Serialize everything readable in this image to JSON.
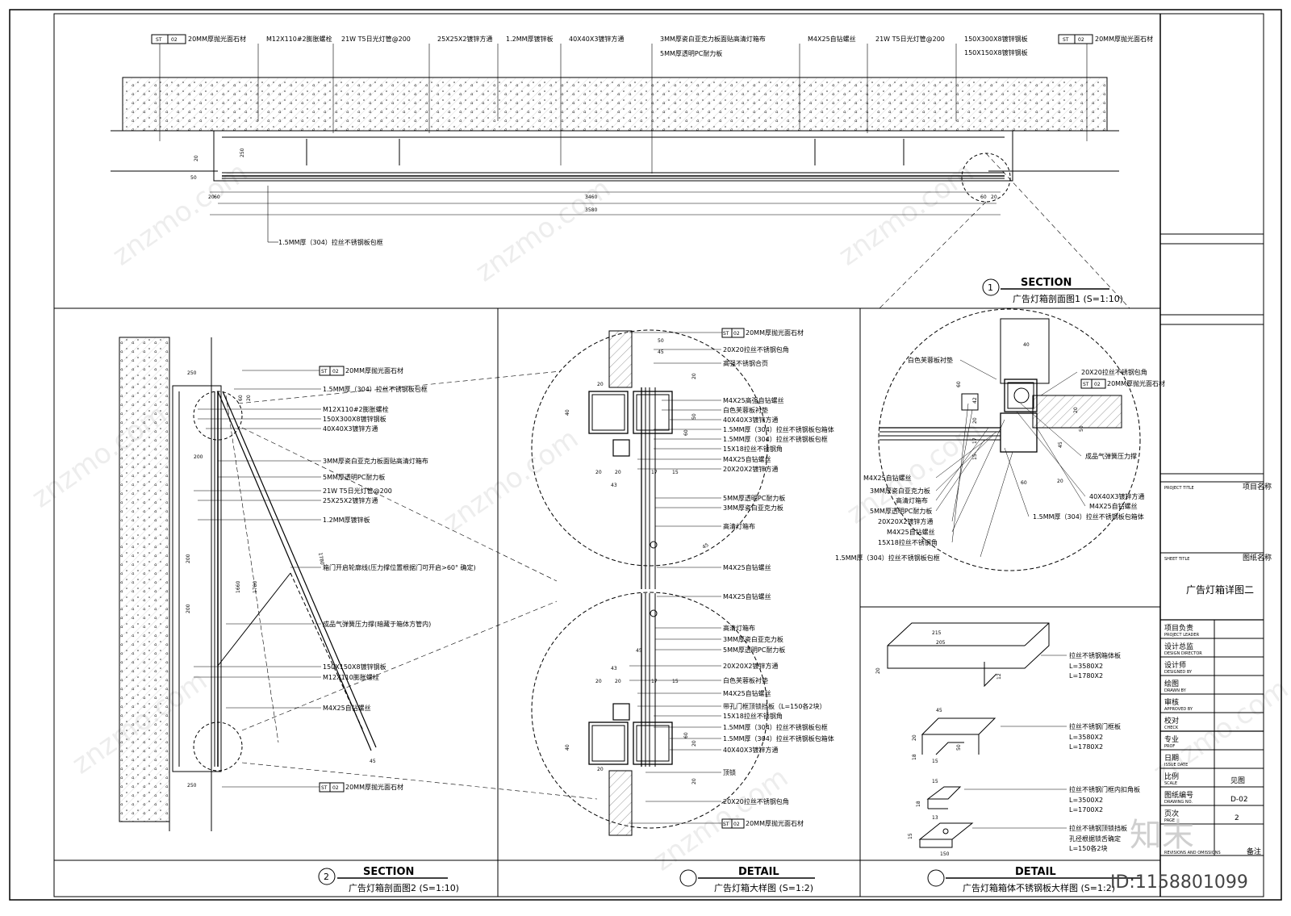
{
  "watermark": "znzmo.com",
  "id_text": "ID:1158801099",
  "zhimo_logo": "知末",
  "view1": {
    "labels": [
      "20MM厚抛光面石材",
      "M12X110#2膨胀螺栓",
      "21W T5日光灯管@200",
      "25X25X2镀锌方通",
      "1.2MM厚镀锌板",
      "40X40X3镀锌方通",
      "3MM厚瓷白亚克力板面贴高清灯箱布",
      "5MM厚透明PC耐力板",
      "M4X25自钻螺丝",
      "21W T5日光灯管@200",
      "150X300X8镀锌钢板",
      "150X150X8镀锌钢板",
      "20MM厚抛光面石材"
    ],
    "st_tag": "ST",
    "st_num": "02",
    "bottom_label": "1.5MM厚（304）拉丝不锈钢板包框",
    "dims": [
      "3460",
      "3580",
      "60",
      "20",
      "60",
      "20",
      "50",
      "250",
      "20",
      "50"
    ],
    "title_en": "SECTION",
    "title_cn": "广告灯箱剖面图1 (S=1:10)",
    "num": "1"
  },
  "view2": {
    "labels": [
      "20MM厚抛光面石材",
      "1.5MM厚（304）拉丝不锈钢板包框",
      "M12X110#2膨胀螺栓",
      "150X300X8镀锌钢板",
      "40X40X3镀锌方通",
      "3MM厚瓷白亚克力板面贴高清灯箱布",
      "5MM厚透明PC耐力板",
      "21W T5日光灯管@200",
      "25X25X2镀锌方通",
      "1.2MM厚镀锌板",
      "箱门开启轮廓线(压力撑位置根据门可开启>60° 确定)",
      "成品气弹簧压力撑(暗藏于箱体方管内)",
      "150X150X8镀锌钢板",
      "M12X110膨胀螺栓",
      "M4X25自钻螺丝",
      "20MM厚抛光面石材"
    ],
    "dims": [
      "200",
      "200",
      "1660",
      "1780",
      "1780",
      "250",
      "250",
      "200",
      "60",
      "20",
      "45"
    ],
    "title_en": "SECTION",
    "title_cn": "广告灯箱剖面图2 (S=1:10)",
    "num": "2"
  },
  "view3": {
    "labels_top": [
      "20MM厚抛光面石材",
      "20X20拉丝不锈钢包角",
      "高强不锈钢合页",
      "M4X25高强自钻螺丝",
      "白色芙蓉板衬垫",
      "40X40X3镀锌方通",
      "1.5MM厚（304）拉丝不锈钢板包箱体",
      "1.5MM厚（304）拉丝不锈钢板包框",
      "15X18拉丝不锈钢角",
      "M4X25自钻螺丝",
      "20X20X2镀锌方通",
      "5MM厚透明PC耐力板",
      "3MM厚瓷白亚克力板",
      "高清灯箱布",
      "M4X25自钻螺丝"
    ],
    "labels_bot": [
      "M4X25自钻螺丝",
      "高清灯箱布",
      "3MM厚瓷白亚克力板",
      "5MM厚透明PC耐力板",
      "20X20X2镀锌方通",
      "白色芙蓉板衬垫",
      "M4X25自钻螺丝",
      "带孔门框顶锁挡板（L=150各2块）",
      "15X18拉丝不锈钢角",
      "1.5MM厚（304）拉丝不锈钢板包框",
      "1.5MM厚（304）拉丝不锈钢板包箱体",
      "40X40X3镀锌方通",
      "顶锁",
      "20X20拉丝不锈钢包角",
      "20MM厚抛光面石材"
    ],
    "dims": [
      "50",
      "45",
      "20",
      "40",
      "20",
      "20",
      "43",
      "17",
      "15",
      "45",
      "45",
      "43",
      "20",
      "20",
      "17",
      "15",
      "40",
      "20",
      "50",
      "20",
      "60",
      "60",
      "20",
      "20"
    ],
    "title_en": "DETAIL",
    "title_cn": "广告灯箱大样图 (S=1:2)",
    "num": ""
  },
  "view4": {
    "labels": [
      "白色芙蓉板衬垫",
      "20X20拉丝不锈钢包角",
      "20MM厚抛光面石材",
      "成品气弹簧压力撑",
      "M4X25自钻螺丝",
      "3MM厚瓷白亚克力板",
      "高清灯箱布",
      "5MM厚透明PC耐力板",
      "20X20X2镀锌方通",
      "M4X25自钻螺丝",
      "15X18拉丝不锈钢角",
      "1.5MM厚（304）拉丝不锈钢板包框",
      "40X40X3镀锌方通",
      "M4X25自钻螺丝",
      "1.5MM厚（304）拉丝不锈钢板包箱体"
    ],
    "dims": [
      "40",
      "60",
      "42",
      "20",
      "17",
      "15",
      "50",
      "60",
      "20",
      "45",
      "20"
    ]
  },
  "view5": {
    "items": [
      {
        "name": "拉丝不锈钢箱体板",
        "l1": "L=3580X2",
        "l2": "L=1780X2",
        "dims": [
          "215",
          "205",
          "20",
          "12"
        ]
      },
      {
        "name": "拉丝不锈钢门框板",
        "l1": "L=3580X2",
        "l2": "L=1780X2",
        "dims": [
          "45",
          "20",
          "18",
          "15",
          "50"
        ]
      },
      {
        "name": "拉丝不锈钢门框内扣角板",
        "l1": "L=3500X2",
        "l2": "L=1700X2",
        "dims": [
          "15",
          "18"
        ]
      },
      {
        "name": "拉丝不锈钢顶锁挡板",
        "l1": "孔径根据锁舌确定",
        "l2": "L=150各2块",
        "dims": [
          "13",
          "15",
          "150"
        ]
      }
    ],
    "title_en": "DETAIL",
    "title_cn": "广告灯箱箱体不锈钢板大样图 (S=1:2)",
    "num": ""
  },
  "title_block": {
    "project_title_en": "PROJECT TITLE",
    "project_title_cn": "项目名称",
    "sheet_title_en": "SHEET TITLE",
    "sheet_title_cn": "图纸名称",
    "sheet_name": "广告灯箱详图二",
    "rows": [
      {
        "cn": "项目负责",
        "en": "PROJECT LEADER",
        "val": ""
      },
      {
        "cn": "设计总监",
        "en": "DESIGN DIRECTOR",
        "val": ""
      },
      {
        "cn": "设计师",
        "en": "DESIGNED BY",
        "val": ""
      },
      {
        "cn": "绘图",
        "en": "DRAWN BY",
        "val": ""
      },
      {
        "cn": "审核",
        "en": "APPROVED BY",
        "val": ""
      },
      {
        "cn": "校对",
        "en": "CHECK",
        "val": ""
      },
      {
        "cn": "专业",
        "en": "PROF",
        "val": ""
      },
      {
        "cn": "日期",
        "en": "ISSUE DATE",
        "val": ""
      },
      {
        "cn": "比例",
        "en": "SCALE",
        "val": "见图"
      },
      {
        "cn": "图纸编号",
        "en": "DRAWING NO.",
        "val": "D-02"
      },
      {
        "cn": "页次",
        "en": "PAGE",
        "val": "2"
      }
    ],
    "footer_en": "REVISIONS AND OMISSIONS",
    "footer_cn": "备注"
  }
}
